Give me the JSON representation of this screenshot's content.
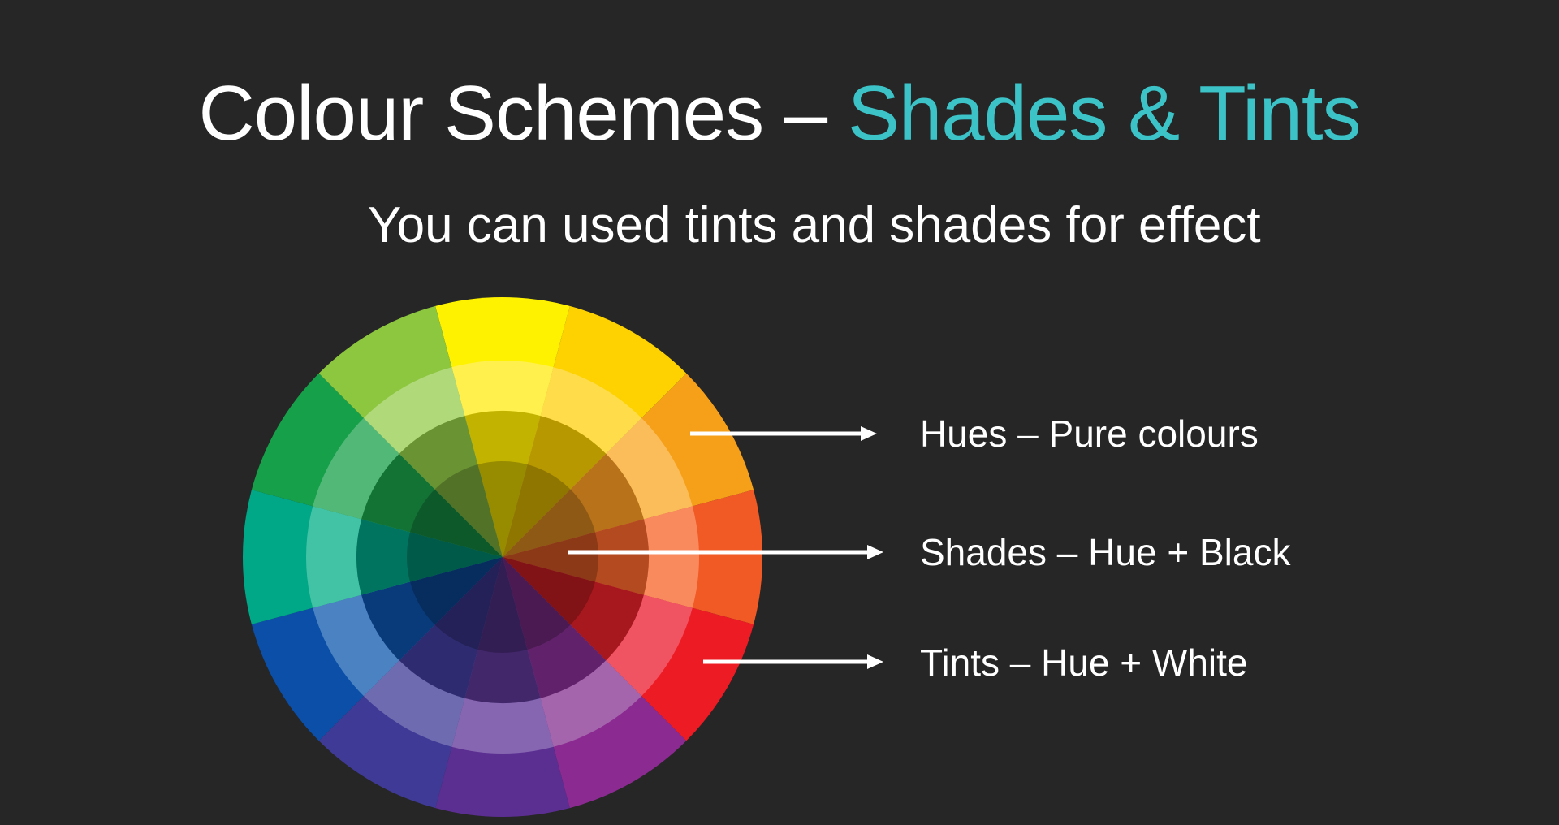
{
  "slide": {
    "title_main": "Colour Schemes – ",
    "title_accent": "Shades & Tints",
    "subtitle": "You can used tints and shades for effect",
    "labels": [
      {
        "text": "Hues – Pure colours"
      },
      {
        "text": "Shades – Hue + Black"
      },
      {
        "text": "Tints – Hue + White"
      }
    ]
  },
  "colors": {
    "background": "#262626",
    "text": "#ffffff",
    "accent": "#3cc3c8"
  },
  "color_wheel": {
    "segments": [
      {
        "name": "yellow",
        "hue": "#fff200",
        "tint": "#fff04d",
        "shade": "#c2b300"
      },
      {
        "name": "yellow-orange",
        "hue": "#fdd200",
        "tint": "#ffdc4a",
        "shade": "#b89800"
      },
      {
        "name": "orange",
        "hue": "#f6a01a",
        "tint": "#fbbd5a",
        "shade": "#b7721a"
      },
      {
        "name": "red-orange",
        "hue": "#f15a24",
        "tint": "#f88a5e",
        "shade": "#b44a1f"
      },
      {
        "name": "red",
        "hue": "#ed1c24",
        "tint": "#f05462",
        "shade": "#a6181d"
      },
      {
        "name": "red-violet",
        "hue": "#8b2a91",
        "tint": "#a565ac",
        "shade": "#62226b"
      },
      {
        "name": "violet",
        "hue": "#5b2e91",
        "tint": "#8666b0",
        "shade": "#42276b"
      },
      {
        "name": "blue-violet",
        "hue": "#3f3a96",
        "tint": "#6e6bb0",
        "shade": "#2e2b70"
      },
      {
        "name": "blue",
        "hue": "#0b4fa8",
        "tint": "#4a82c2",
        "shade": "#093a7a"
      },
      {
        "name": "blue-green",
        "hue": "#00a887",
        "tint": "#43c3a5",
        "shade": "#00745e"
      },
      {
        "name": "green",
        "hue": "#17a04a",
        "tint": "#52b878",
        "shade": "#137335"
      },
      {
        "name": "yellow-green",
        "hue": "#8dc63f",
        "tint": "#b0d97a",
        "shade": "#6a9433"
      }
    ]
  }
}
